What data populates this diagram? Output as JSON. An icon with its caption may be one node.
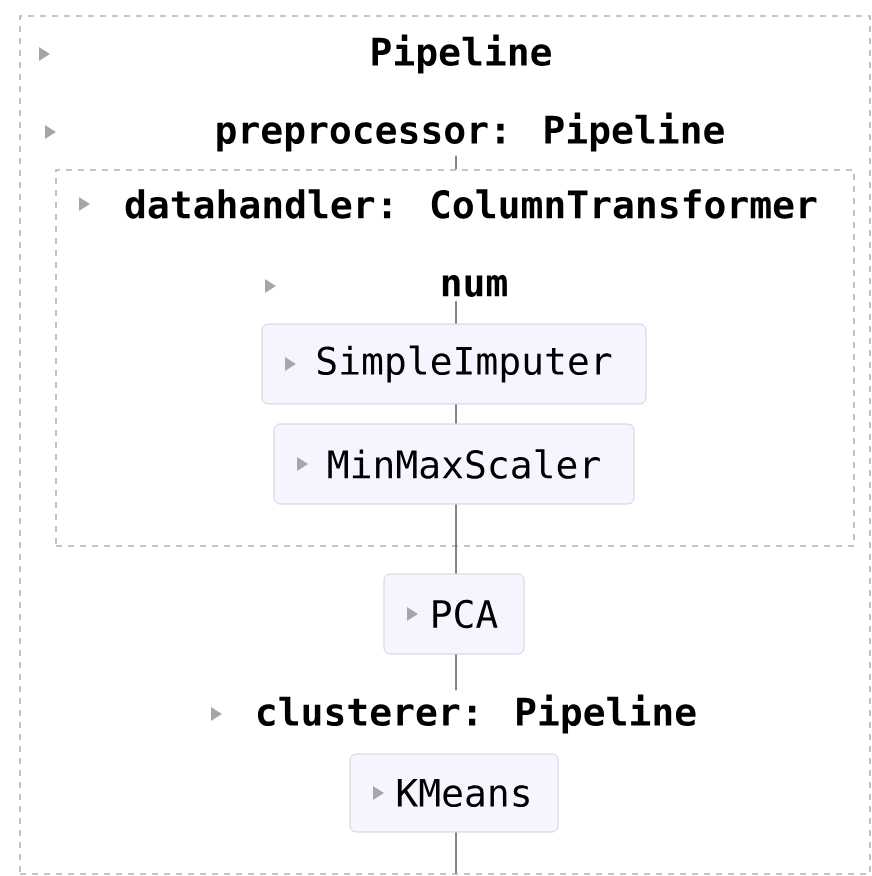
{
  "diagram": {
    "nodes": [
      {
        "text": [
          "Pipeline"
        ]
      },
      {
        "text": [
          "preprocessor: Pipeline"
        ],
        "in": 0
      },
      {
        "text": [
          "datahandler: ColumnTransformer"
        ],
        "in": 0
      },
      {
        "text": [
          "num"
        ],
        "in": 2
      },
      {
        "text": [
          "SimpleImputer"
        ],
        "in": 2
      },
      {
        "text": [
          "MinMaxScaler"
        ],
        "in": 2
      },
      {
        "text": [
          "PCA"
        ],
        "in": 0
      },
      {
        "text": [
          "clusterer: Pipeline"
        ],
        "in": 0
      },
      {
        "text": [
          "KMeans"
        ],
        "in": 0
      }
    ],
    "edges": [
      {
        "from": 1,
        "to": 2,
        "arrow": "none"
      },
      {
        "from": 3,
        "to": 4,
        "arrow": "none"
      },
      {
        "from": 4,
        "to": 5,
        "arrow": "none"
      },
      {
        "from": 5,
        "to": 6,
        "arrow": "none"
      },
      {
        "from": 6,
        "to": 7,
        "arrow": "none"
      },
      {
        "from": 8,
        "to": null,
        "arrow": "none"
      }
    ]
  }
}
